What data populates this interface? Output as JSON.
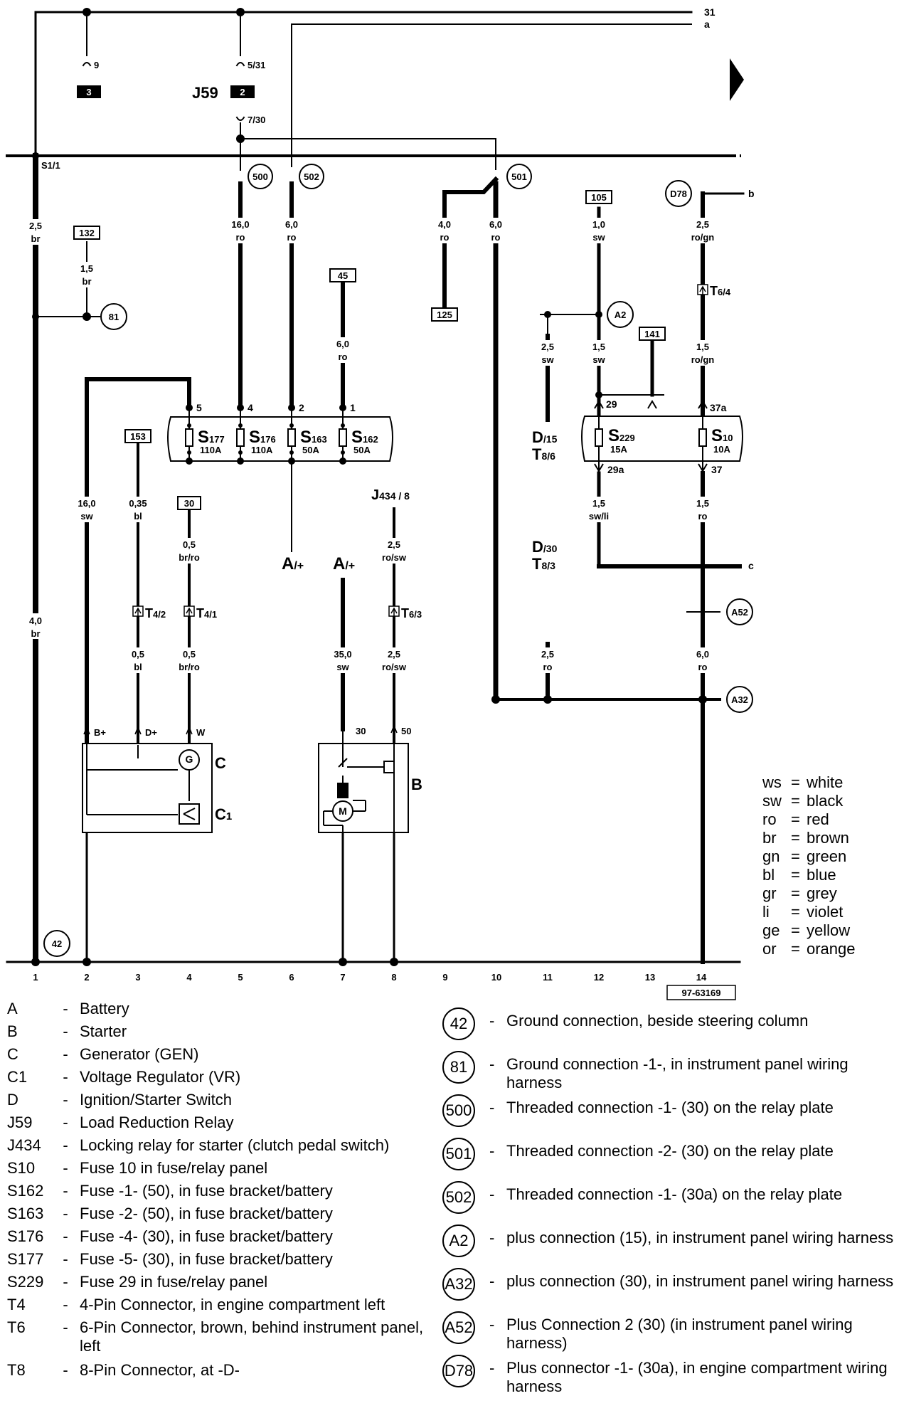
{
  "diagram": {
    "top_bus_labels": [
      "31",
      "a"
    ],
    "right_labels": {
      "b": "b",
      "c": "c"
    },
    "relay": {
      "name": "J59",
      "pins": {
        "p9": "9",
        "p531": "5/31",
        "p730": "7/30"
      },
      "boxes": [
        "3",
        "2"
      ]
    },
    "junction_s11": "S1/1",
    "circles": {
      "c500": "500",
      "c502": "502",
      "c501": "501",
      "c81": "81",
      "c42": "42",
      "cA2": "A2",
      "cA52": "A52",
      "cA32": "A32",
      "cD78": "D78"
    },
    "boxes": {
      "b132": "132",
      "b45": "45",
      "b125": "125",
      "b105": "105",
      "b141": "141",
      "b153": "153",
      "b30": "30"
    },
    "wires": {
      "w1": {
        "size": "2,5",
        "color": "br"
      },
      "w1b": {
        "size": "4,0",
        "color": "br"
      },
      "w132": {
        "size": "1,5",
        "color": "br"
      },
      "w500": {
        "size": "16,0",
        "color": "ro"
      },
      "w502": {
        "size": "6,0",
        "color": "ro"
      },
      "w45": {
        "size": "6,0",
        "color": "ro"
      },
      "w125": {
        "size": "4,0",
        "color": "ro"
      },
      "w501": {
        "size": "6,0",
        "color": "ro"
      },
      "w105": {
        "size": "1,0",
        "color": "sw"
      },
      "wD78": {
        "size": "2,5",
        "color": "ro/gn"
      },
      "wA2l": {
        "size": "2,5",
        "color": "sw"
      },
      "wA2": {
        "size": "1,5",
        "color": "sw"
      },
      "wT64": {
        "size": "1,5",
        "color": "ro/gn"
      },
      "wBplus": {
        "size": "16,0",
        "color": "sw"
      },
      "w153": {
        "size": "0,35",
        "color": "bl"
      },
      "w30": {
        "size": "0,5",
        "color": "br/ro"
      },
      "wJ434": {
        "size": "2,5",
        "color": "ro/sw"
      },
      "w29a": {
        "size": "1,5",
        "color": "sw/li"
      },
      "w37": {
        "size": "1,5",
        "color": "ro"
      },
      "wT42": {
        "size": "0,5",
        "color": "bl"
      },
      "wT41": {
        "size": "0,5",
        "color": "br/ro"
      },
      "wA": {
        "size": "35,0",
        "color": "sw"
      },
      "wT63": {
        "size": "2,5",
        "color": "ro/sw"
      },
      "wD30": {
        "size": "2,5",
        "color": "ro"
      },
      "wA32": {
        "size": "6,0",
        "color": "ro"
      }
    },
    "fuses_left": [
      {
        "pin": "5",
        "name": "S",
        "sub": "177",
        "rating": "110A"
      },
      {
        "pin": "4",
        "name": "S",
        "sub": "176",
        "rating": "110A"
      },
      {
        "pin": "2",
        "name": "S",
        "sub": "163",
        "rating": "50A"
      },
      {
        "pin": "1",
        "name": "S",
        "sub": "162",
        "rating": "50A"
      }
    ],
    "fuses_right": [
      {
        "pin_top": "29",
        "pin_bottom": "29a",
        "name": "S",
        "sub": "229",
        "rating": "15A"
      },
      {
        "pin_top": "37a",
        "pin_bottom": "37",
        "name": "S",
        "sub": "10",
        "rating": "10A"
      }
    ],
    "connectors": {
      "t42": {
        "name": "T",
        "sub": "4/2"
      },
      "t41": {
        "name": "T",
        "sub": "4/1"
      },
      "t63": {
        "name": "T",
        "sub": "6/3"
      },
      "t64": {
        "name": "T",
        "sub": "6/4"
      }
    },
    "switch_labels": {
      "d15": {
        "name": "D",
        "sub": "/15",
        "t": "T",
        "tsub": "8/6"
      },
      "d30": {
        "name": "D",
        "sub": "/30",
        "t": "T",
        "tsub": "8/3"
      }
    },
    "j434": {
      "name": "J",
      "sub": "434 / 8"
    },
    "battery_labels": [
      "A",
      "/+"
    ],
    "generator": {
      "pins": [
        "B+",
        "D+",
        "W"
      ],
      "label": "C",
      "symbol": "G",
      "regulator": "C",
      "regulator_sub": "1"
    },
    "starter": {
      "pins": [
        "30",
        "50"
      ],
      "label": "B",
      "symbol": "M"
    },
    "positions": [
      "1",
      "2",
      "3",
      "4",
      "5",
      "6",
      "7",
      "8",
      "9",
      "10",
      "11",
      "12",
      "13",
      "14"
    ],
    "ref": "97-63169"
  },
  "color_codes": [
    {
      "abbr": "ws",
      "name": "white"
    },
    {
      "abbr": "sw",
      "name": "black"
    },
    {
      "abbr": "ro",
      "name": "red"
    },
    {
      "abbr": "br",
      "name": "brown"
    },
    {
      "abbr": "gn",
      "name": "green"
    },
    {
      "abbr": "bl",
      "name": "blue"
    },
    {
      "abbr": "gr",
      "name": "grey"
    },
    {
      "abbr": "li",
      "name": "violet"
    },
    {
      "abbr": "ge",
      "name": "yellow"
    },
    {
      "abbr": "or",
      "name": "orange"
    }
  ],
  "legend_left": [
    {
      "code": "A",
      "desc": "Battery"
    },
    {
      "code": "B",
      "desc": "Starter"
    },
    {
      "code": "C",
      "desc": "Generator (GEN)"
    },
    {
      "code": "C1",
      "desc": "Voltage Regulator (VR)"
    },
    {
      "code": "D",
      "desc": "Ignition/Starter Switch"
    },
    {
      "code": "J59",
      "desc": "Load Reduction Relay"
    },
    {
      "code": "J434",
      "desc": "Locking relay for starter (clutch pedal switch)"
    },
    {
      "code": "S10",
      "desc": "Fuse 10 in fuse/relay panel"
    },
    {
      "code": "S162",
      "desc": "Fuse -1- (50), in fuse bracket/battery"
    },
    {
      "code": "S163",
      "desc": "Fuse -2- (50), in fuse bracket/battery"
    },
    {
      "code": "S176",
      "desc": "Fuse -4- (30), in fuse bracket/battery"
    },
    {
      "code": "S177",
      "desc": "Fuse -5- (30), in fuse bracket/battery"
    },
    {
      "code": "S229",
      "desc": "Fuse 29 in fuse/relay panel"
    },
    {
      "code": "T4",
      "desc": "4-Pin Connector, in engine compartment left"
    },
    {
      "code": "T6",
      "desc": "6-Pin Connector, brown, behind instrument panel, left"
    },
    {
      "code": "T8",
      "desc": "8-Pin Connector, at -D-"
    }
  ],
  "legend_right": [
    {
      "code": "42",
      "desc": "Ground connection, beside steering column"
    },
    {
      "code": "81",
      "desc": "Ground connection -1-, in instrument panel wiring harness"
    },
    {
      "code": "500",
      "desc": "Threaded connection -1- (30) on the relay plate"
    },
    {
      "code": "501",
      "desc": "Threaded connection -2- (30) on the relay plate"
    },
    {
      "code": "502",
      "desc": "Threaded connection -1- (30a) on the relay plate"
    },
    {
      "code": "A2",
      "desc": "plus connection (15), in instrument panel wiring harness"
    },
    {
      "code": "A32",
      "desc": "plus connection (30), in instrument panel wiring harness"
    },
    {
      "code": "A52",
      "desc": "Plus Connection 2 (30) (in instrument panel wiring harness)"
    },
    {
      "code": "D78",
      "desc": "Plus connector -1- (30a), in engine compartment wiring harness"
    }
  ]
}
